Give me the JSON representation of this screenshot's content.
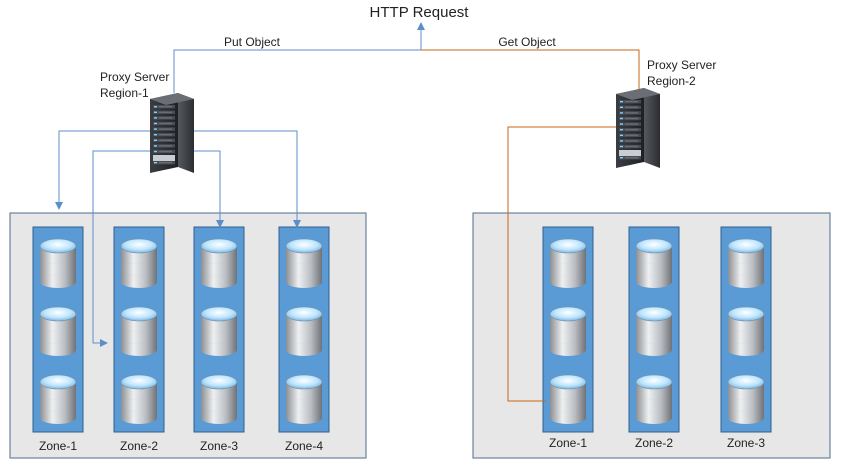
{
  "title": "HTTP Request",
  "put_label": "Put Object",
  "get_label": "Get Object",
  "proxy1": {
    "line1": "Proxy Server",
    "line2": "Region-1"
  },
  "proxy2": {
    "line1": "Proxy Server",
    "line2": "Region-2"
  },
  "region1": {
    "zones": [
      "Zone-1",
      "Zone-2",
      "Zone-3",
      "Zone-4"
    ]
  },
  "region2": {
    "zones": [
      "Zone-1",
      "Zone-2",
      "Zone-3"
    ]
  },
  "colors": {
    "put_line": "#5b8fc9",
    "get_line": "#c8671a",
    "zone_fill": "#5b9bd5",
    "region_fill": "#e7e7e7"
  }
}
